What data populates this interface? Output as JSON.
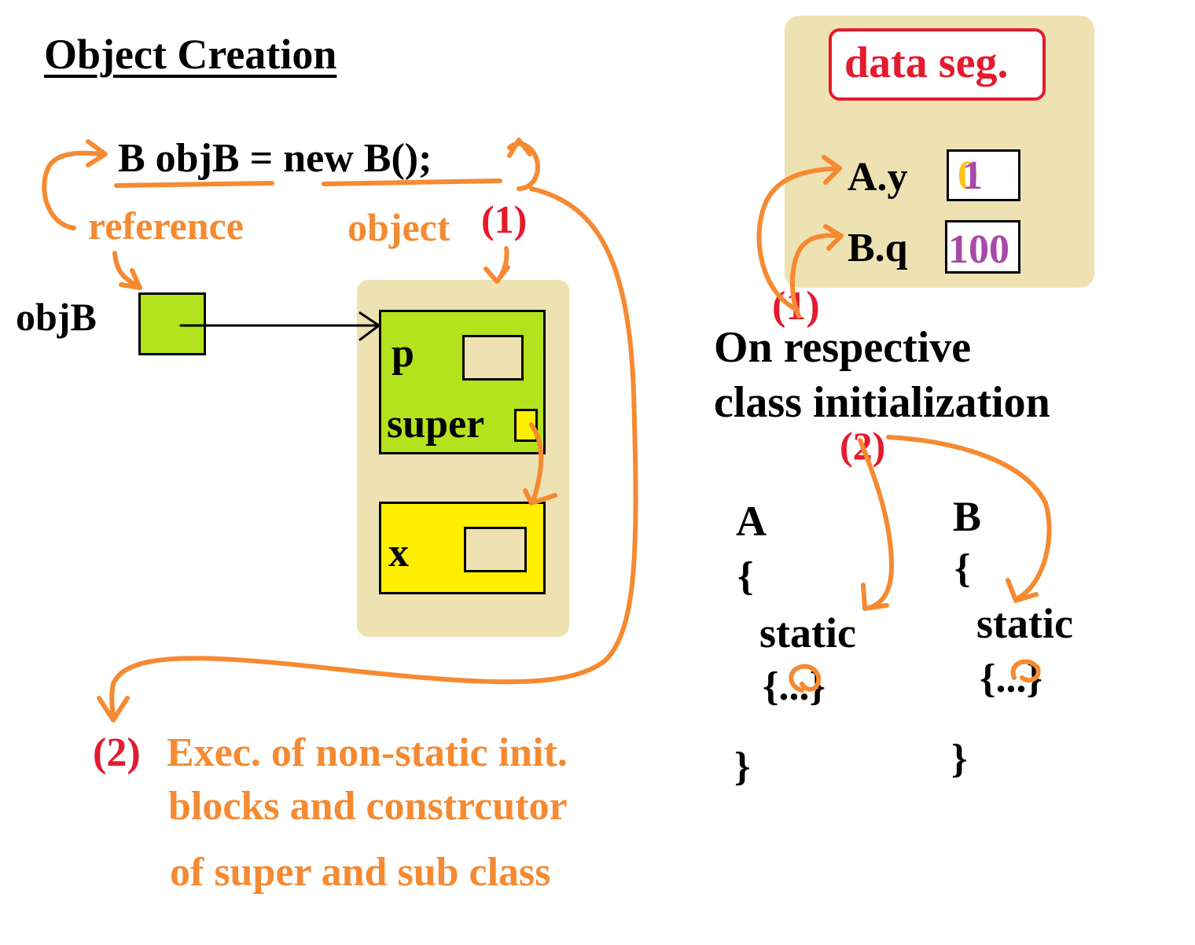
{
  "title": "Object Creation",
  "code": {
    "part1": "B objB",
    "eq": " = ",
    "part2": "new B();"
  },
  "labels": {
    "reference": "reference",
    "object": "object",
    "step1_obj": "(1)",
    "var_name": "objB",
    "field_p": "p",
    "field_super": "super",
    "field_x": "x",
    "step2_left": "(2)",
    "exec_line1": "Exec. of non-static init.",
    "exec_line2": "blocks and constrcutor",
    "exec_line3": "of super and sub class"
  },
  "data_seg": {
    "header": "data seg.",
    "rows": [
      {
        "name": "A.y",
        "value": "1",
        "old_value": "0"
      },
      {
        "name": "B.q",
        "value": "100"
      }
    ]
  },
  "right": {
    "step1": "(1)",
    "line1": "On respective",
    "line2": "class initialization",
    "step2": "(2)",
    "classA": {
      "name": "A",
      "open": "{",
      "static": "static",
      "block": "{...}",
      "close": "}"
    },
    "classB": {
      "name": "B",
      "open": "{",
      "static": "static",
      "block": "{...}",
      "close": "}"
    }
  },
  "colors": {
    "orange": "#f58a33",
    "red": "#e41b2e",
    "tan": "#efe2b2",
    "green": "#b4e31e",
    "yellow": "#ffee00",
    "purple": "#a54aa8"
  }
}
